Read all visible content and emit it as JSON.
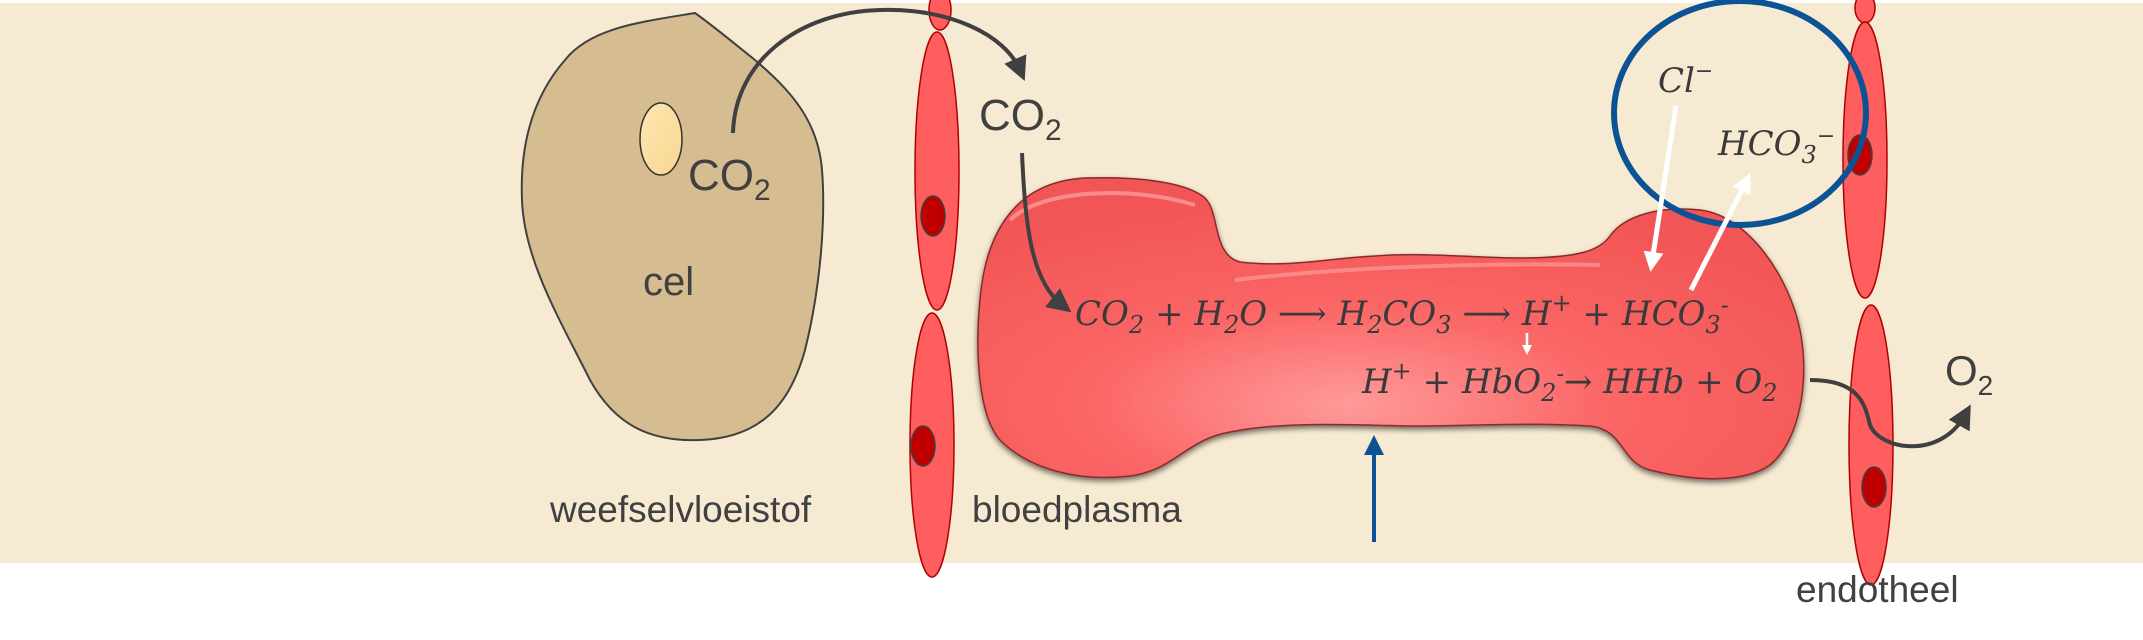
{
  "diagram": {
    "colors": {
      "background": "#F7EAD2",
      "cell_fill": "#D6BC91",
      "cell_nucleus": "#FCE2A6",
      "endothelium_fill": "#FF5E5E",
      "endothelium_stroke": "#B00000",
      "endothelium_nucleus": "#C00000",
      "red_blood_cell": "#FA5A5A",
      "highlight_ring": "#0B5394",
      "text": "#404040",
      "arrow_dark": "#404040",
      "arrow_white": "#FFFFFF"
    },
    "labels": {
      "cell": "cel",
      "cell_co2_main": "CO",
      "cell_co2_sub": "2",
      "plasma_co2_main": "CO",
      "plasma_co2_sub": "2",
      "o2_main": "O",
      "o2_sub": "2",
      "tissue_fluid": "weefselvloeistof",
      "blood_plasma": "bloedplasma",
      "endothelium": "endotheel",
      "chloride": "Cl",
      "chloride_charge": "−",
      "bicarbonate_main": "HCO",
      "bicarbonate_sub": "3",
      "bicarbonate_charge": "−"
    },
    "equation_1": {
      "t1": "CO",
      "s1": "2",
      "t2": " + H",
      "s2": "2",
      "t3": "O ⟶ H",
      "s3": "2",
      "t4": "CO",
      "s4": "3",
      "t5": " ⟶ H",
      "p5": "+",
      "t6": " + HCO",
      "s6": "3",
      "p6": "-"
    },
    "equation_2": {
      "t1": "H",
      "p1": "+",
      "t2": " + HbO",
      "s2": "2",
      "p2": "-",
      "t3": "→ HHb + O",
      "s3": "2"
    }
  }
}
